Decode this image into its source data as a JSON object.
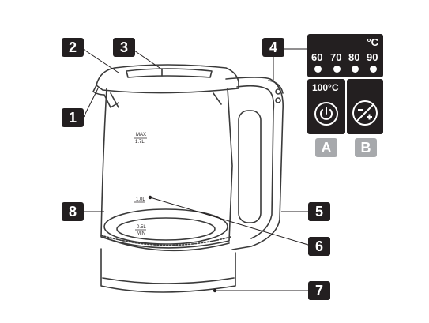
{
  "callouts": [
    "1",
    "2",
    "3",
    "4",
    "5",
    "6",
    "7",
    "8"
  ],
  "panel": {
    "unit": "°C",
    "temps": [
      "60",
      "70",
      "80",
      "90"
    ],
    "boil_label": "100°C",
    "button_a": "A",
    "button_b": "B"
  },
  "kettle_marks": {
    "max_top": "MAX",
    "max_bottom": "1.7L",
    "mid": "1.0L",
    "min_top": "0.5L",
    "min_bottom": "MIN"
  },
  "colors": {
    "ink": "#231f20",
    "tag_gray": "#a7a9ac",
    "outline": "#3a3a3a"
  },
  "icons": [
    "power-icon",
    "minus-plus-icon"
  ]
}
